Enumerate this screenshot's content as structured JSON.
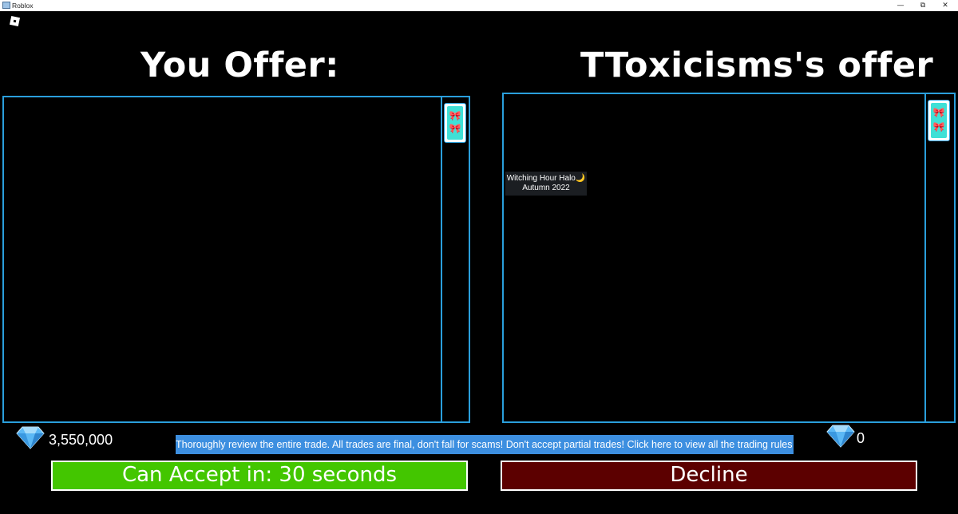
{
  "window": {
    "title": "Roblox",
    "minimize": "—",
    "restore": "⧉",
    "close": "✕"
  },
  "left": {
    "heading": "You Offer:",
    "gems": "3,550,000"
  },
  "right": {
    "heading": "TToxicisms's offer",
    "gems": "0",
    "tooltip": {
      "line1": "Witching Hour Halo🌙",
      "line2": "Autumn 2022"
    }
  },
  "notice": "Thoroughly review the entire trade. All trades are final, don't fall for scams! Don't accept partial trades! Click here to view all the trading rules",
  "buttons": {
    "accept": "Can Accept in: 30 seconds",
    "decline": "Decline"
  },
  "colors": {
    "panel_border": "#2a9fdc",
    "accept_bg": "#43c600",
    "decline_bg": "#5c0000",
    "notice_bg": "#3d8fe0"
  }
}
